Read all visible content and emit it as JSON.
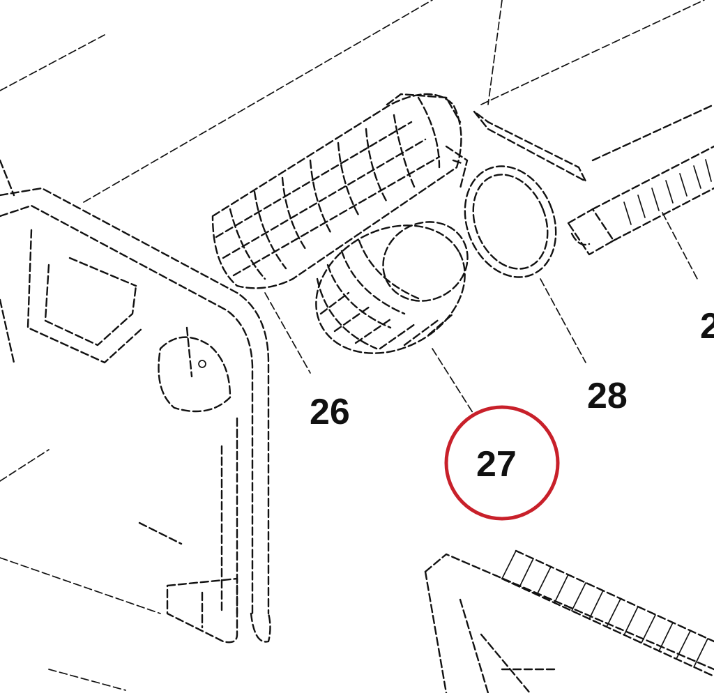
{
  "diagram": {
    "callouts": [
      {
        "id": "26",
        "label": "26"
      },
      {
        "id": "27",
        "label": "27"
      },
      {
        "id": "28",
        "label": "28"
      },
      {
        "id": "partial-right",
        "label": "2"
      }
    ],
    "highlighted_callout": "27",
    "colors": {
      "line": "#111111",
      "highlight_circle": "#c8202a",
      "background": "#ffffff"
    }
  }
}
